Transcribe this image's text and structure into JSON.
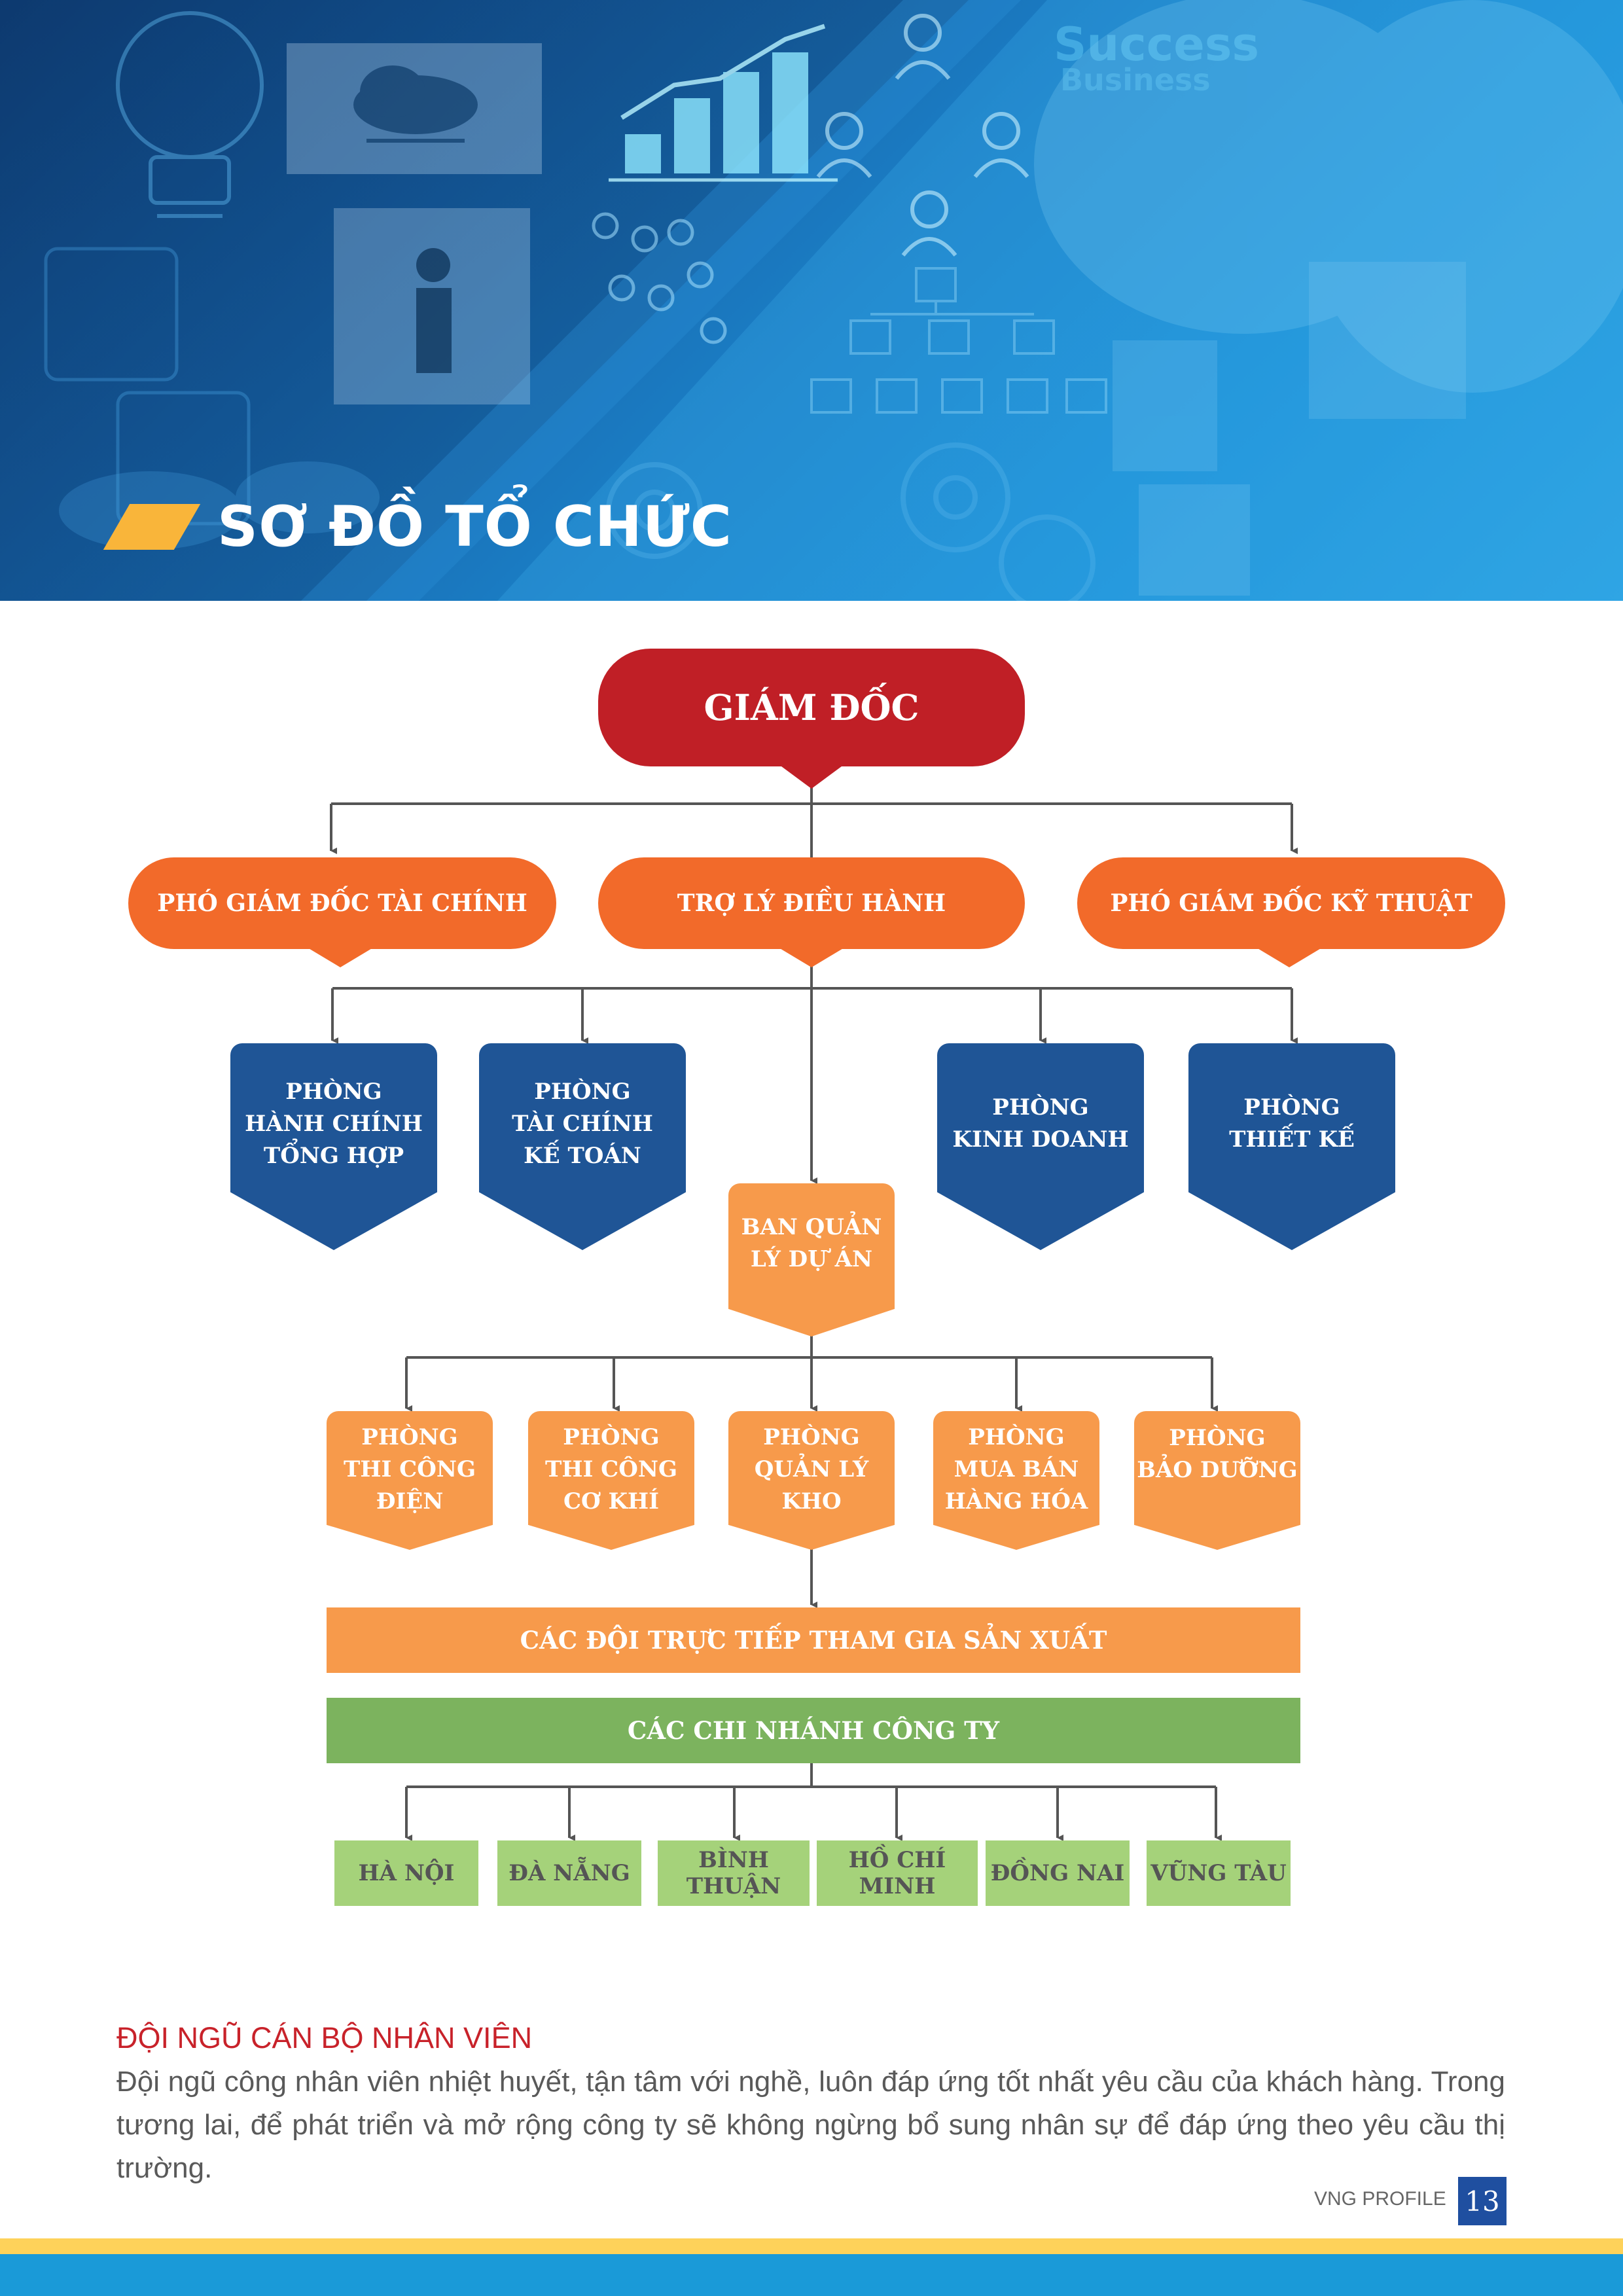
{
  "header": {
    "title": "SƠ ĐỒ TỔ CHỨC"
  },
  "org": {
    "director": "GIÁM ĐỐC",
    "deputy_finance": "PHÓ GIÁM ĐỐC TÀI CHÍNH",
    "executive_assistant": "TRỢ LÝ ĐIỀU HÀNH",
    "deputy_technical": "PHÓ GIÁM ĐỐC KỸ THUẬT",
    "rooms_top": [
      {
        "lines": [
          "PHÒNG",
          "HÀNH CHÍNH",
          "TỔNG HỢP"
        ]
      },
      {
        "lines": [
          "PHÒNG",
          "TÀI CHÍNH",
          "KẾ TOÁN"
        ]
      },
      {
        "lines": [
          "PHÒNG",
          "KINH DOANH"
        ]
      },
      {
        "lines": [
          "PHÒNG",
          "THIẾT KẾ"
        ]
      }
    ],
    "project_board": {
      "lines": [
        "BAN QUẢN",
        "LÝ DỰ ÁN"
      ]
    },
    "rooms_bottom": [
      {
        "lines": [
          "PHÒNG",
          "THI CÔNG",
          "ĐIỆN"
        ]
      },
      {
        "lines": [
          "PHÒNG",
          "THI CÔNG",
          "CƠ KHÍ"
        ]
      },
      {
        "lines": [
          "PHÒNG",
          "QUẢN LÝ",
          "KHO"
        ]
      },
      {
        "lines": [
          "PHÒNG",
          "MUA BÁN",
          "HÀNG HÓA"
        ]
      },
      {
        "lines": [
          "PHÒNG",
          "BẢO DƯỠNG"
        ]
      }
    ],
    "production_teams": "CÁC ĐỘI TRỰC TIẾP THAM GIA SẢN XUẤT",
    "branches_title": "CÁC CHI NHÁNH CÔNG TY",
    "branches": [
      "HÀ NỘI",
      "ĐÀ NẴNG",
      "BÌNH THUẬN",
      "HỒ CHÍ MINH",
      "ĐỒNG NAI",
      "VŨNG TÀU"
    ]
  },
  "staff": {
    "title": "ĐỘI NGŨ CÁN BỘ NHÂN VIÊN",
    "body": "Đội ngũ công nhân viên nhiệt huyết, tận tâm với nghề, luôn đáp ứng tốt nhất yêu cầu của khách hàng. Trong tương lai, để phát triển và mở rộng công ty sẽ không ngừng bổ sung nhân sự để đáp ứng theo yêu cầu thị trường."
  },
  "footer": {
    "label": "VNG PROFILE",
    "page": "13"
  },
  "colors": {
    "director": "#c01f26",
    "deputy": "#f26a2a",
    "room_blue": "#1f5596",
    "room_orange": "#f79a4b",
    "branch_bar": "#7cb35e",
    "branch": "#a5d27a",
    "accent": "#f9b53a",
    "section_title": "#c8222a",
    "footer_blue": "#1a9ad8"
  }
}
